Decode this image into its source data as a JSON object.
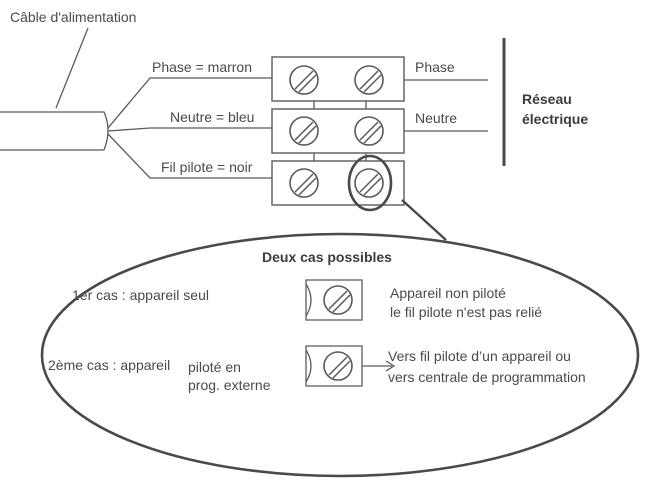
{
  "labels": {
    "cable": "Câble d'alimentation",
    "phase_left": "Phase = marron",
    "neutre_left": "Neutre = bleu",
    "pilote_left": "Fil pilote = noir",
    "phase_right": "Phase",
    "neutre_right": "Neutre",
    "reseau_line1": "Réseau",
    "reseau_line2": "électrique"
  },
  "callout": {
    "title": "Deux cas possibles",
    "case1_label": "1er cas : appareil seul",
    "case1_desc_line1": "Appareil non piloté",
    "case1_desc_line2": "le fil pilote n'est pas relié",
    "case2_label_a": "2ème cas : appareil",
    "case2_label_b_line1": "piloté en",
    "case2_label_b_line2": "prog. externe",
    "case2_desc_line1": "Vers fil pilote d’un appareil ou",
    "case2_desc_line2": "vers centrale de programmation"
  }
}
